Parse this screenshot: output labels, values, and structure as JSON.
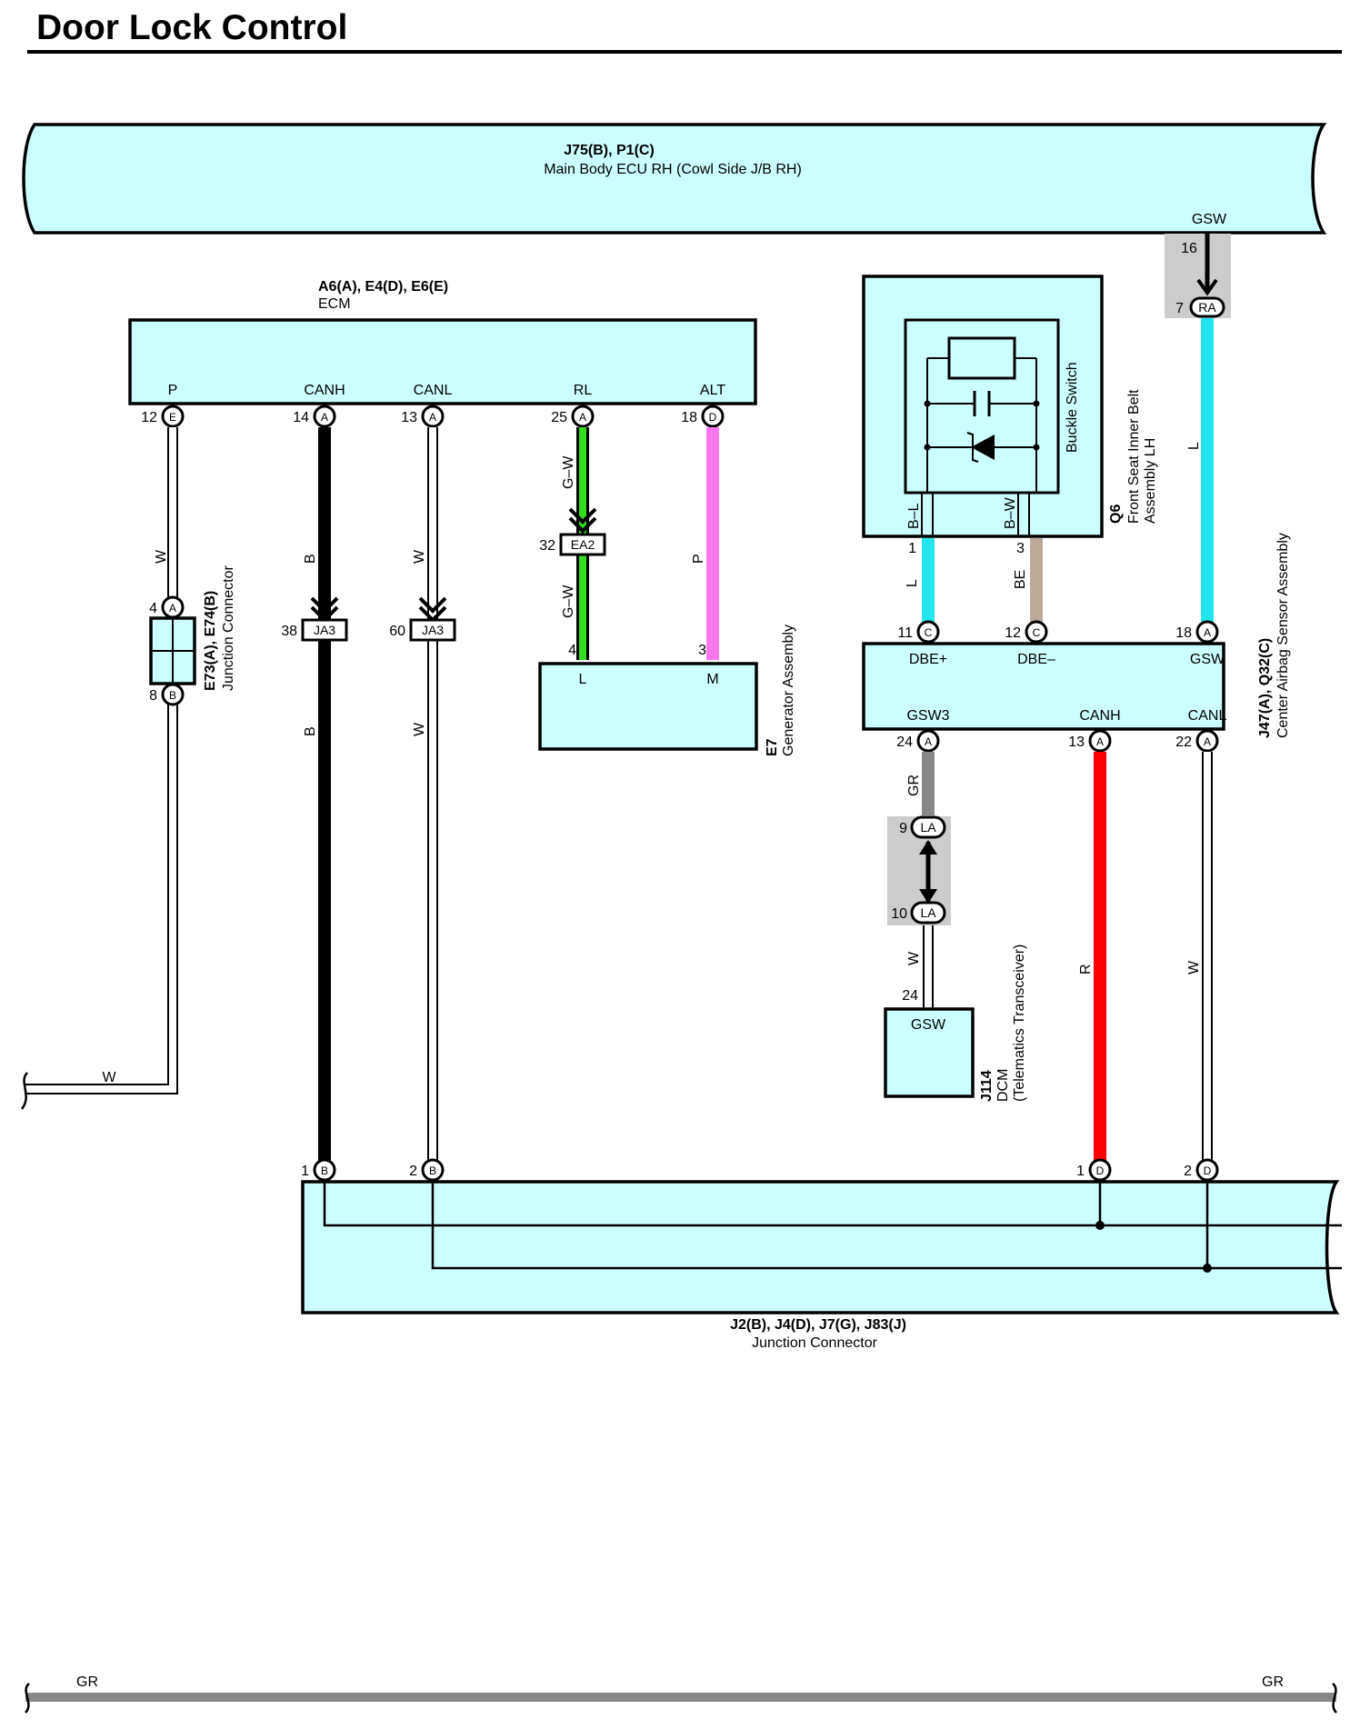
{
  "title": "Door Lock Control",
  "components": {
    "main_body_ecu": {
      "code": "J75(B), P1(C)",
      "name": "Main Body ECU RH (Cowl Side J/B RH)",
      "pin_label": "GSW",
      "pin": "16"
    },
    "ecm": {
      "code": "A6(A), E4(D), E6(E)",
      "name": "ECM",
      "pins": [
        {
          "label": "P",
          "num": "12",
          "conn": "E"
        },
        {
          "label": "CANH",
          "num": "14",
          "conn": "A"
        },
        {
          "label": "CANL",
          "num": "13",
          "conn": "A"
        },
        {
          "label": "RL",
          "num": "25",
          "conn": "A"
        },
        {
          "label": "ALT",
          "num": "18",
          "conn": "D"
        }
      ]
    },
    "junction_e73": {
      "code": "E73(A), E74(B)",
      "name": "Junction Connector",
      "top_pin": "4",
      "top_conn": "A",
      "bottom_pin": "8",
      "bottom_conn": "B"
    },
    "generator": {
      "code": "E7",
      "name": "Generator Assembly",
      "pin_l": "L",
      "pin_m": "M",
      "num_l": "4",
      "num_m": "3"
    },
    "buckle": {
      "code": "Q6",
      "name1": "Front Seat Inner Belt",
      "name2": "Assembly LH",
      "switch_label": "Buckle Switch",
      "pin1_label": "B–L",
      "pin2_label": "B–W",
      "pin1": "1",
      "pin2": "3"
    },
    "airbag": {
      "code": "J47(A), Q32(C)",
      "name": "Center Airbag Sensor Assembly",
      "top_pins": [
        {
          "label": "DBE+",
          "num": "11",
          "conn": "C"
        },
        {
          "label": "DBE–",
          "num": "12",
          "conn": "C"
        },
        {
          "label": "GSW",
          "num": "18",
          "conn": "A"
        }
      ],
      "bottom_pins": [
        {
          "label": "GSW3",
          "num": "24",
          "conn": "A"
        },
        {
          "label": "CANH",
          "num": "13",
          "conn": "A"
        },
        {
          "label": "CANL",
          "num": "22",
          "conn": "A"
        }
      ]
    },
    "dcm": {
      "code": "J114",
      "name1": "DCM",
      "name2": "(Telematics Transceiver)",
      "pin_label": "GSW",
      "pin": "24"
    },
    "junction_j2": {
      "code": "J2(B), J4(D), J7(G), J83(J)",
      "name": "Junction Connector",
      "pins": [
        {
          "num": "1",
          "conn": "B"
        },
        {
          "num": "2",
          "conn": "B"
        },
        {
          "num": "1",
          "conn": "D"
        },
        {
          "num": "2",
          "conn": "D"
        }
      ]
    }
  },
  "connectors": {
    "ja3": "JA3",
    "ea2": "EA2",
    "la": "LA",
    "ra": "RA",
    "ja3_pin_canh": "38",
    "ja3_pin_canl": "60",
    "ea2_pin": "32",
    "la_pin_top": "9",
    "la_pin_bottom": "10",
    "ra_pin": "7"
  },
  "wires": {
    "w": "W",
    "b": "B",
    "gw": "G–W",
    "p": "P",
    "l": "L",
    "be": "BE",
    "gr": "GR",
    "r": "R"
  },
  "colors": {
    "component_fill": "#ccffff",
    "wire_black": "#000000",
    "wire_white": "#ffffff",
    "wire_green": "#33dd22",
    "wire_pink": "#ff77ee",
    "wire_cyan": "#22e6ee",
    "wire_tan": "#bba99a",
    "wire_gray": "#888888",
    "wire_red": "#ff0000",
    "shade_gray": "#cccccc"
  }
}
